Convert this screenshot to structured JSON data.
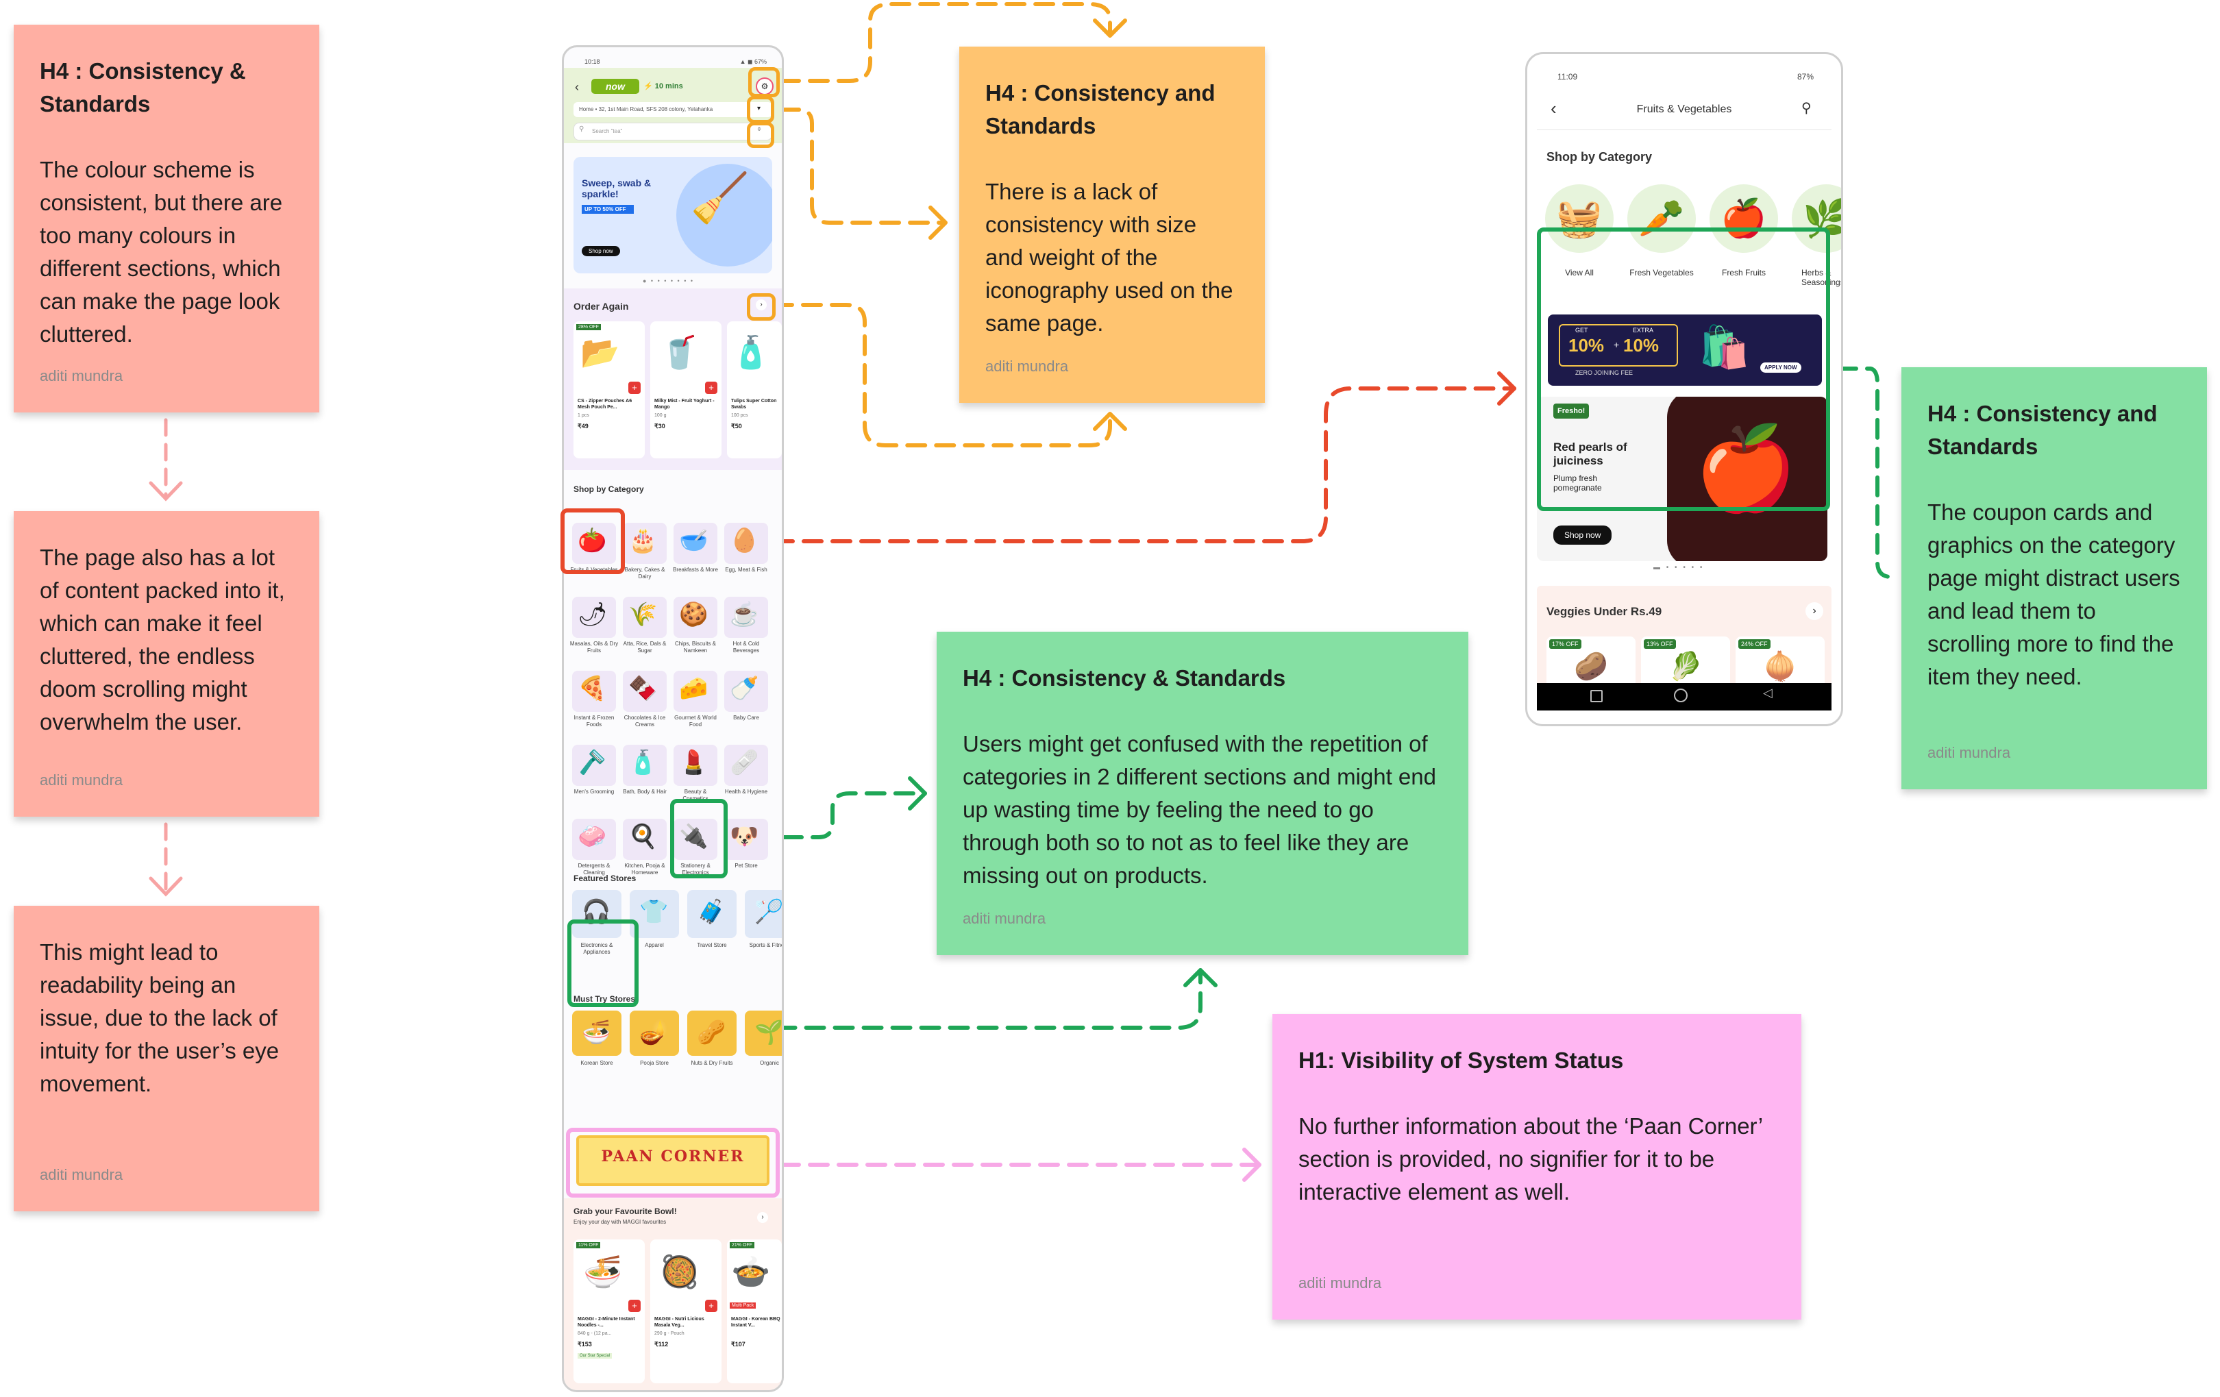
{
  "stickies": {
    "red1": {
      "title": "H4 : Consistency & Standards",
      "body": "The colour scheme is consistent, but there are too many colours in different sections, which can make the page look cluttered.",
      "author": "aditi mundra"
    },
    "red2": {
      "body": "The page also has a lot of content packed into it, which can make it feel cluttered, the endless doom scrolling might overwhelm the user.",
      "author": "aditi mundra"
    },
    "red3": {
      "body": "This might lead to readability being an issue,  due to the lack of intuity for the user’s eye movement.",
      "author": "aditi mundra"
    },
    "orange": {
      "title": "H4 : Consistency and Standards",
      "body": "There is a lack of consistency with size and weight of the iconography used on the same page.",
      "author": "aditi mundra"
    },
    "green_center": {
      "title": "H4 : Consistency & Standards",
      "body": "Users might get confused with the repetition of categories in 2 different sections and might end up wasting time by feeling the need to go through both so to not as to feel like they are missing out on products.",
      "author": "aditi mundra"
    },
    "green_right": {
      "title": "H4 : Consistency and Standards",
      "body": "The coupon cards and graphics on the category page might distract users and lead them to scrolling more to find the item they need.",
      "author": "aditi mundra"
    },
    "pink": {
      "title": "H1: Visibility of System Status",
      "body": "No further information about the ‘Paan Corner’ section is provided, no signifier for it to be interactive element as well.",
      "author": "aditi mundra"
    }
  },
  "phone_left": {
    "time": "10:18",
    "brand": "now",
    "eta": "10 mins",
    "address": "Home • 32, 1st Main Road, SFS 208 colony, Yelahanka",
    "search_placeholder": "Search \"tea\"",
    "banner_title": "Sweep, swab & sparkle!",
    "banner_badge": "UP TO 50% OFF",
    "banner_cta": "Shop now",
    "order_again_label": "Order Again",
    "order_items": [
      {
        "badge": "28% OFF",
        "name": "CS - Zipper Pouches A6 Mesh Pouch Pe...",
        "qty": "1 pcs",
        "price": "₹49"
      },
      {
        "badge": "",
        "name": "Milky Mist - Fruit Yoghurt - Mango",
        "qty": "100 g",
        "price": "₹30"
      },
      {
        "badge": "",
        "name": "Tulips Super Cotton Swabs",
        "qty": "100 pcs",
        "price": "₹50"
      }
    ],
    "shop_by_category_label": "Shop by Category",
    "categories": [
      "Fruits & Vegetables",
      "Bakery, Cakes & Dairy",
      "Breakfasts & More",
      "Egg, Meat & Fish",
      "Masalas, Oils & Dry Fruits",
      "Atta, Rice, Dals & Sugar",
      "Chips, Biscuits & Namkeen",
      "Hot & Cold Beverages",
      "Instant & Frozen Foods",
      "Chocolates & Ice Creams",
      "Gourmet & World Food",
      "Baby Care",
      "Men's Grooming",
      "Bath, Body & Hair",
      "Beauty & Cosmetics",
      "Health & Hygiene",
      "Detergents & Cleaning",
      "Kitchen, Pooja & Homeware",
      "Stationery & Electronics",
      "Pet Store"
    ],
    "featured_stores_label": "Featured Stores",
    "featured_stores": [
      "Electronics & Appliances",
      "Apparel",
      "Travel Store",
      "Sports & Fitness"
    ],
    "must_try_label": "Must Try Stores",
    "must_try": [
      "Korean Store",
      "Pooja Store",
      "Nuts & Dry Fruits",
      "Organic"
    ],
    "paan_corner_text": "PAAN CORNER",
    "bowl_title": "Grab your Favourite Bowl!",
    "bowl_subtitle": "Enjoy your day with MAGGI favourites",
    "bowl_items": [
      {
        "badge": "11% OFF",
        "name": "MAGGI - 2-Minute Instant Noodles -...",
        "qty": "840 g - (12 pa...",
        "price": "₹153",
        "tag": "Our Star Special"
      },
      {
        "badge": "",
        "name": "MAGGI - Nutri Licious Masala Veg...",
        "qty": "290 g - Pouch",
        "price": "₹112",
        "tag": ""
      },
      {
        "badge": "21% OFF",
        "name": "MAGGI - Korean BBQ Instant V...",
        "qty": "",
        "price": "₹107",
        "tag": "Multi Pack"
      }
    ]
  },
  "phone_right": {
    "time": "11:09",
    "battery": "87%",
    "header_title": "Fruits & Vegetables",
    "shop_by_category_label": "Shop by Category",
    "categories": [
      "View All",
      "Fresh Vegetables",
      "Fresh Fruits",
      "Herbs & Seasonings"
    ],
    "coupon_get": "GET",
    "coupon_pct1": "10%",
    "coupon_extra": "EXTRA",
    "coupon_pct2": "10%",
    "coupon_footer": "ZERO JOINING FEE",
    "coupon_cta": "APPLY NOW",
    "fresho_badge": "Fresho!",
    "promo_title": "Red pearls of juiciness",
    "promo_sub": "Plump fresh pomegranate",
    "promo_cta": "Shop now",
    "veggies_label": "Veggies Under Rs.49",
    "veggie_badges": [
      "17% OFF",
      "13% OFF",
      "24% OFF"
    ]
  },
  "colors": {
    "red_note": "#ffafa3",
    "orange_note": "#ffc470",
    "green_note": "#85e0a3",
    "pink_note": "#ffb6f2",
    "orange_line": "#f5a623",
    "red_line": "#e8492b",
    "green_line": "#1ea656",
    "pink_line": "#f7a8e6",
    "salmon_arrow": "#f7a3a3"
  }
}
